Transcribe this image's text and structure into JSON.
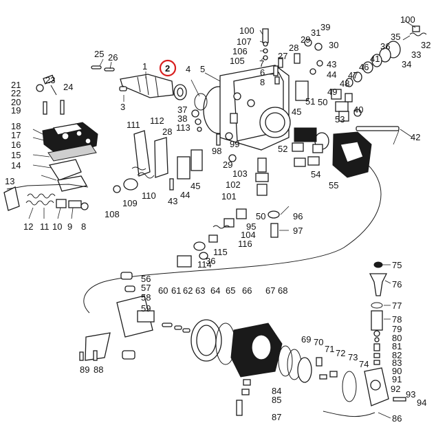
{
  "highlight": {
    "label": "2",
    "color": "#d81e1e"
  },
  "labels": {
    "l1": "1",
    "l2": "2",
    "l3": "3",
    "l4": "4",
    "l5": "5",
    "l6": "6",
    "l7": "7",
    "l8": "8",
    "l9": "9",
    "l10": "10",
    "l11": "11",
    "l12": "12",
    "l13": "13",
    "l14": "14",
    "l15": "15",
    "l16": "16",
    "l17": "17",
    "l18": "18",
    "l19": "19",
    "l20": "20",
    "l21": "21",
    "l22": "22",
    "l23": "23",
    "l24": "24",
    "l25": "25",
    "l26": "26",
    "l27": "27",
    "l28": "28",
    "l28b": "28",
    "l29": "29",
    "l29b": "29",
    "l30": "30",
    "l31": "31",
    "l32": "32",
    "l33": "33",
    "l34": "34",
    "l35": "35",
    "l36": "36",
    "l37": "37",
    "l38": "38",
    "l39": "39",
    "l40": "40",
    "l41": "41",
    "l42": "42",
    "l43": "43",
    "l43b": "43",
    "l44": "44",
    "l44b": "44",
    "l45": "45",
    "l45b": "45",
    "l46": "46",
    "l47": "47",
    "l48": "48",
    "l49": "49",
    "l50": "50",
    "l50b": "50",
    "l51": "51",
    "l52": "52",
    "l53": "53",
    "l54": "54",
    "l55": "55",
    "l56": "56",
    "l57": "57",
    "l58": "58",
    "l59": "59",
    "l60": "60",
    "l61": "61",
    "l62": "62",
    "l63": "63",
    "l64": "64",
    "l65": "65",
    "l66": "66",
    "l67": "67",
    "l68": "68",
    "l69": "69",
    "l70": "70",
    "l71": "71",
    "l72": "72",
    "l73": "73",
    "l74": "74",
    "l75": "75",
    "l76": "76",
    "l77": "77",
    "l78": "78",
    "l79": "79",
    "l80": "80",
    "l81": "81",
    "l82": "82",
    "l83": "83",
    "l84": "84",
    "l85": "85",
    "l86": "86",
    "l87": "87",
    "l88": "88",
    "l89": "89",
    "l90": "90",
    "l91": "91",
    "l92": "92",
    "l93": "93",
    "l94": "94",
    "l95": "95",
    "l96": "96",
    "l97": "97",
    "l98": "98",
    "l99": "99",
    "l100": "100",
    "l100b": "100",
    "l101": "101",
    "l102": "102",
    "l103": "103",
    "l104": "104",
    "l105": "105",
    "l106": "106",
    "l107": "107",
    "l108": "108",
    "l109": "109",
    "l110": "110",
    "l111": "111",
    "l112": "112",
    "l113": "113",
    "l114": "114",
    "l115": "115",
    "l116": "116"
  }
}
